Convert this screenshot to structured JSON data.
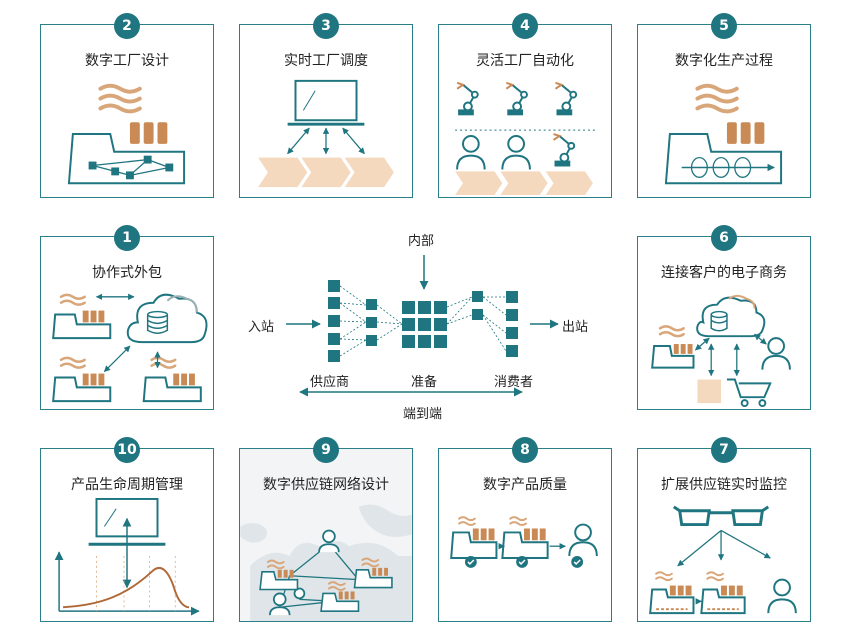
{
  "colors": {
    "teal": "#1f7580",
    "tan": "#d9a67a",
    "chevron": "#f5d9bf",
    "border": "#2a7f88"
  },
  "cards": {
    "c2": {
      "num": "2",
      "title": "数字工厂设计"
    },
    "c3": {
      "num": "3",
      "title": "实时工厂调度"
    },
    "c4": {
      "num": "4",
      "title": "灵活工厂自动化"
    },
    "c5": {
      "num": "5",
      "title": "数字化生产过程"
    },
    "c1": {
      "num": "1",
      "title": "协作式外包"
    },
    "c6": {
      "num": "6",
      "title": "连接客户的电子商务"
    },
    "c10": {
      "num": "10",
      "title": "产品生命周期管理"
    },
    "c9": {
      "num": "9",
      "title": "数字供应链网络设计"
    },
    "c8": {
      "num": "8",
      "title": "数字产品质量"
    },
    "c7": {
      "num": "7",
      "title": "扩展供应链实时监控"
    }
  },
  "hub": {
    "internal": "内部",
    "inbound": "入站",
    "outbound": "出站",
    "supplier": "供应商",
    "prepare": "准备",
    "consumer": "消费者",
    "end_to_end": "端到端"
  }
}
